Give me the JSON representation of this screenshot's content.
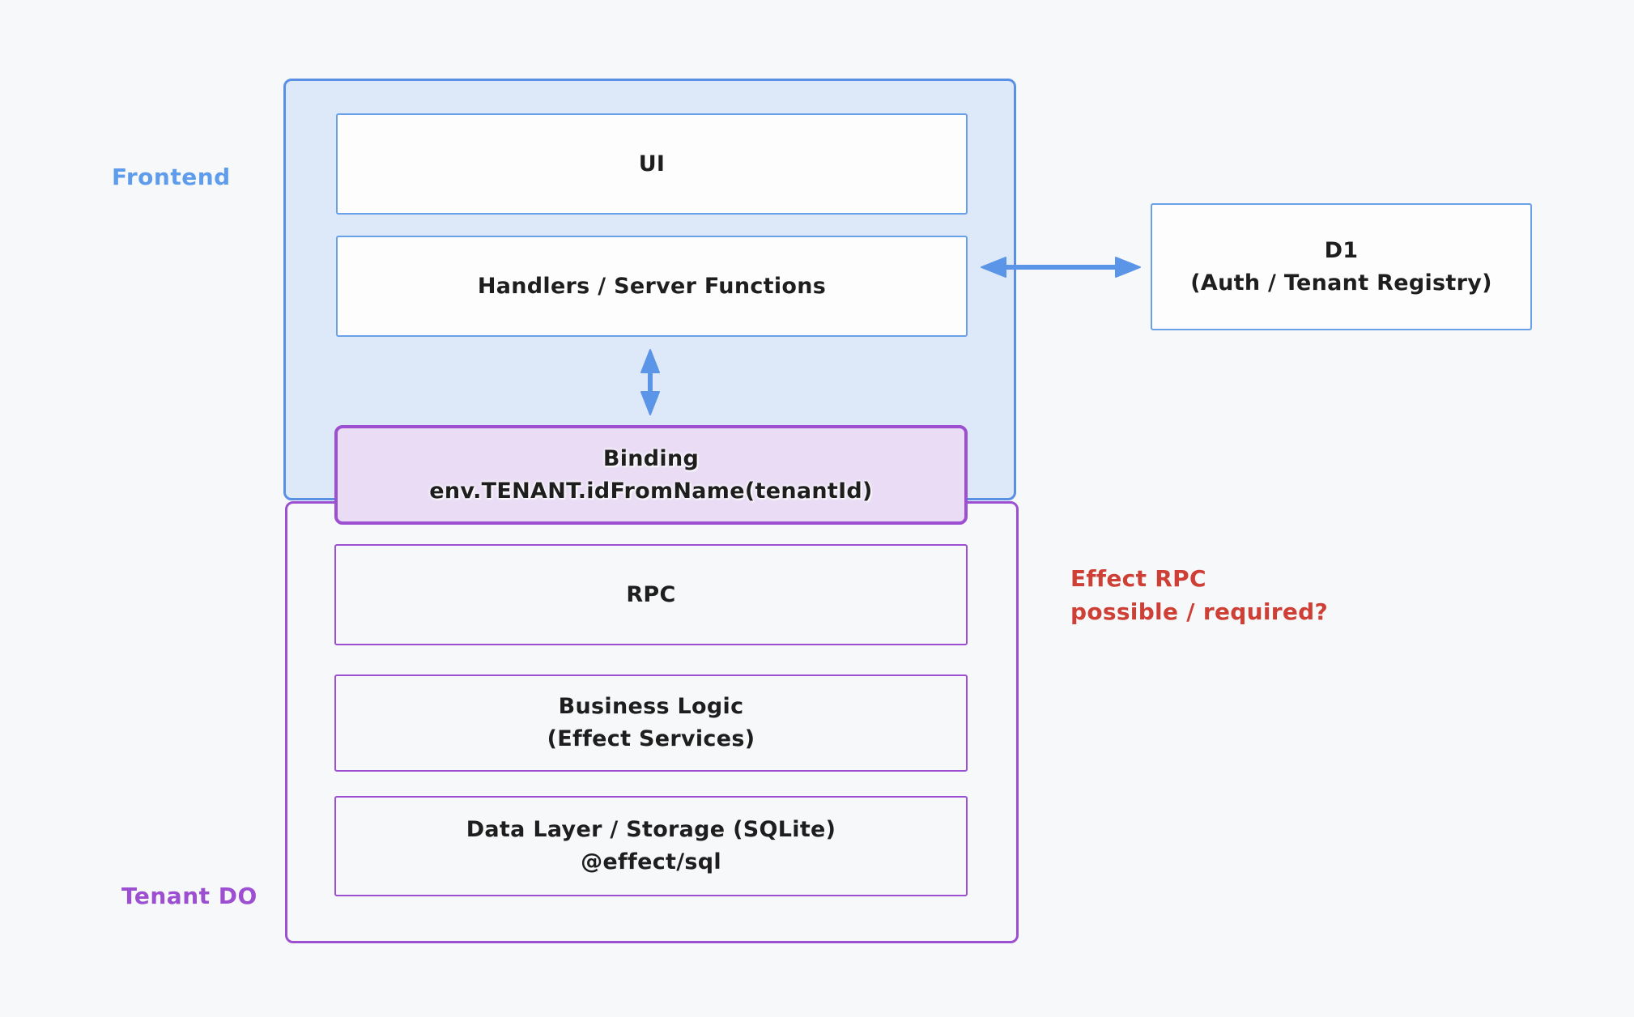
{
  "colors": {
    "background": "#f7f8fa",
    "blue_border": "#5a90e3",
    "blue_fill": "#dde8f8",
    "blue_box_border": "#69a1e9",
    "white_fill": "#fdfdfe",
    "purple_border": "#9c4fd0",
    "purple_fill": "#e9dcf4",
    "arrow_blue": "#5b95e8",
    "label_blue": "#5f9ceb",
    "label_purple": "#9c4fd0",
    "annotation_red": "#ce4036",
    "text_dark": "#1e1e1e"
  },
  "frontend_group": {
    "label": "Frontend",
    "ui_box": "UI",
    "handlers_box": "Handlers / Server Functions"
  },
  "binding_box": {
    "line1": "Binding",
    "line2": "env.TENANT.idFromName(tenantId)"
  },
  "tenant_group": {
    "label": "Tenant DO",
    "rpc_box": "RPC",
    "business_box": {
      "line1": "Business Logic",
      "line2": "(Effect Services)"
    },
    "data_box": {
      "line1": "Data Layer / Storage (SQLite)",
      "line2": "@effect/sql"
    }
  },
  "d1_box": {
    "line1": "D1",
    "line2": "(Auth / Tenant Registry)"
  },
  "annotation": {
    "line1": "Effect RPC",
    "line2": "possible / required?"
  }
}
